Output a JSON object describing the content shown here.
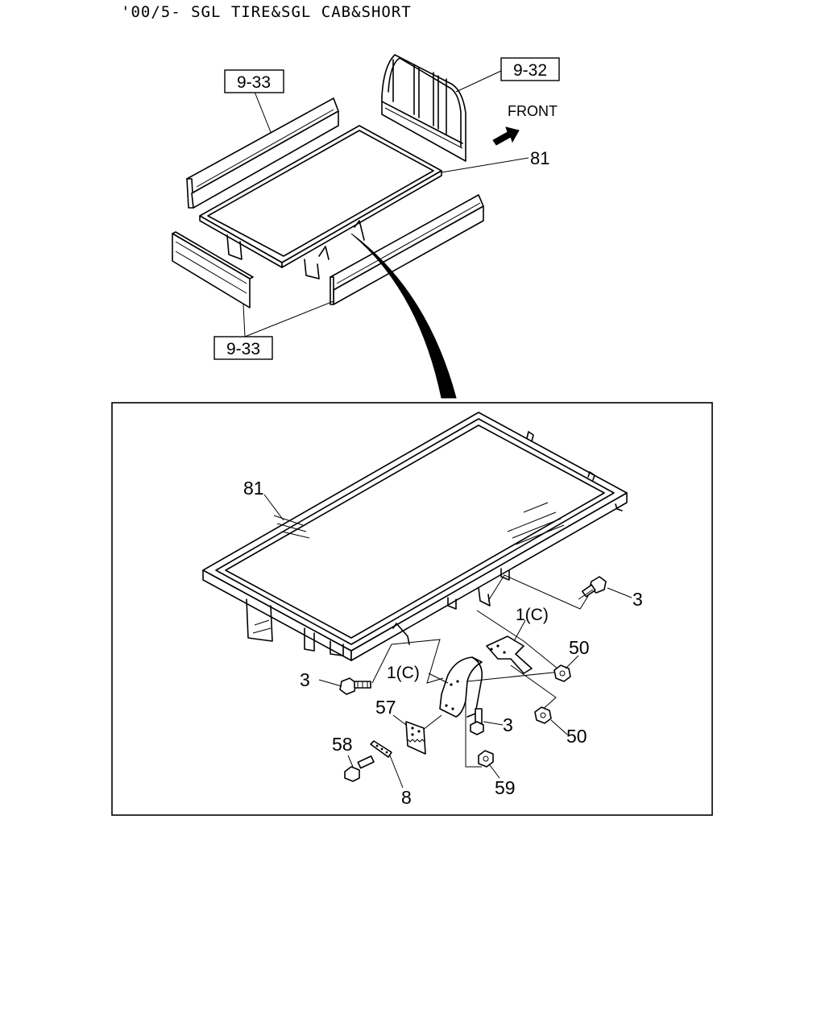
{
  "header": {
    "title": "'00/5- SGL TIRE&SGL CAB&SHORT"
  },
  "overview": {
    "ref_side_panel_top": "9-33",
    "ref_headboard": "9-32",
    "front_label": "FRONT",
    "callout_floor": "81",
    "ref_side_panel_bottom": "9-33"
  },
  "detail": {
    "callout_floor": "81",
    "callout_bolt_right": "3",
    "callout_bracket_right": "1(C)",
    "callout_nut_upper": "50",
    "callout_bolt_left": "3",
    "callout_bracket_left": "1(C)",
    "callout_bolt_center": "3",
    "callout_nut_lower": "50",
    "callout_plate": "57",
    "callout_bolt_58": "58",
    "callout_strip": "8",
    "callout_nut_59": "59"
  }
}
